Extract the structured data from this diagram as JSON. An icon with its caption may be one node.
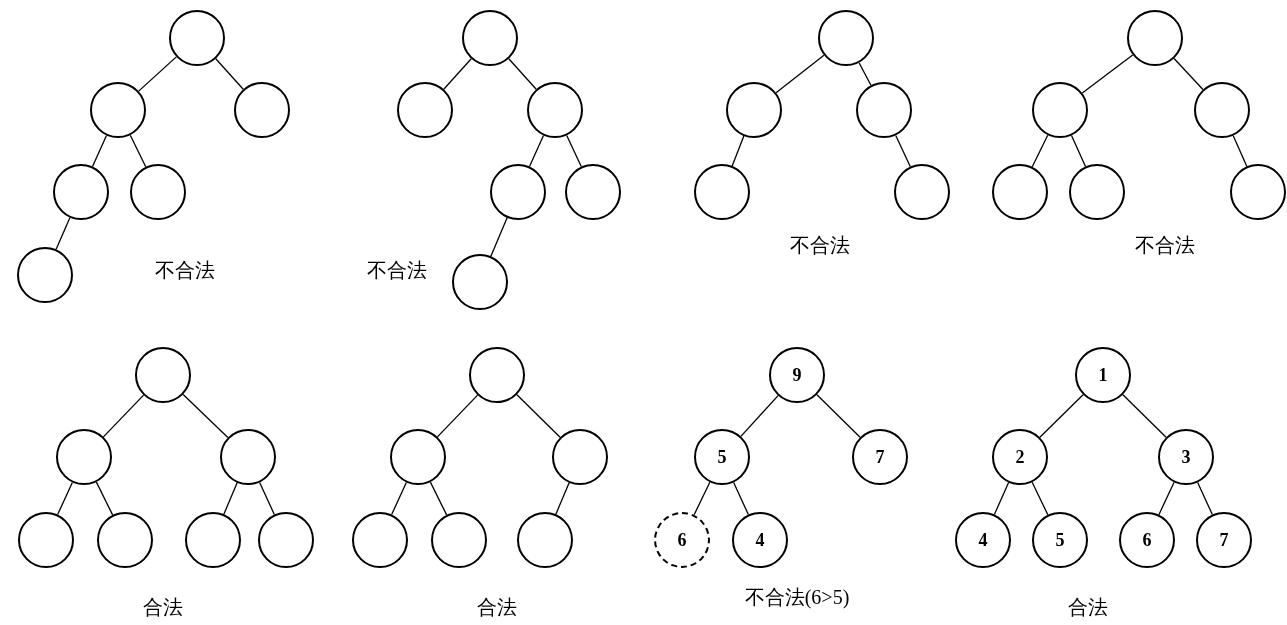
{
  "diagram": {
    "nodes": [
      {
        "text": [],
        "shape": "circle"
      },
      {
        "text": [],
        "shape": "circle"
      },
      {
        "text": [],
        "shape": "circle"
      },
      {
        "text": [],
        "shape": "circle"
      },
      {
        "text": [],
        "shape": "circle"
      },
      {
        "text": [],
        "shape": "circle"
      },
      {
        "text": [],
        "shape": "circle"
      },
      {
        "text": [],
        "shape": "circle"
      },
      {
        "text": [],
        "shape": "circle"
      },
      {
        "text": [],
        "shape": "circle"
      },
      {
        "text": [],
        "shape": "circle"
      },
      {
        "text": [],
        "shape": "circle"
      },
      {
        "text": [],
        "shape": "circle"
      },
      {
        "text": [],
        "shape": "circle"
      },
      {
        "text": [],
        "shape": "circle"
      },
      {
        "text": [],
        "shape": "circle"
      },
      {
        "text": [],
        "shape": "circle"
      },
      {
        "text": [],
        "shape": "circle"
      },
      {
        "text": [],
        "shape": "circle"
      },
      {
        "text": [],
        "shape": "circle"
      },
      {
        "text": [],
        "shape": "circle"
      },
      {
        "text": [],
        "shape": "circle"
      },
      {
        "text": [],
        "shape": "circle"
      },
      {
        "text": [],
        "shape": "circle"
      },
      {
        "text": [],
        "shape": "circle"
      },
      {
        "text": [],
        "shape": "circle"
      },
      {
        "text": [],
        "shape": "circle"
      },
      {
        "text": [],
        "shape": "circle"
      },
      {
        "text": [],
        "shape": "circle"
      },
      {
        "text": [],
        "shape": "circle"
      },
      {
        "text": [],
        "shape": "circle"
      },
      {
        "text": [],
        "shape": "circle"
      },
      {
        "text": [],
        "shape": "circle"
      },
      {
        "text": [],
        "shape": "circle"
      },
      {
        "text": [],
        "shape": "circle"
      },
      {
        "text": [],
        "shape": "circle"
      },
      {
        "text": [
          "9"
        ]
      },
      {
        "text": [
          "5"
        ]
      },
      {
        "text": [
          "7"
        ]
      },
      {
        "text": [
          "6"
        ]
      },
      {
        "text": [
          "4"
        ]
      },
      {
        "text": [
          "1"
        ]
      },
      {
        "text": [
          "2"
        ]
      },
      {
        "text": [
          "3"
        ]
      },
      {
        "text": [
          "4"
        ]
      },
      {
        "text": [
          "5"
        ]
      },
      {
        "text": [
          "6"
        ]
      },
      {
        "text": [
          "7"
        ]
      }
    ],
    "edges": [
      {
        "from": 0,
        "to": 1,
        "arrow": "none"
      },
      {
        "from": 0,
        "to": 2,
        "arrow": "none"
      },
      {
        "from": 1,
        "to": 3,
        "arrow": "none"
      },
      {
        "from": 1,
        "to": 4,
        "arrow": "none"
      },
      {
        "from": 3,
        "to": 5,
        "arrow": "none"
      },
      {
        "from": 6,
        "to": 7,
        "arrow": "none"
      },
      {
        "from": 6,
        "to": 8,
        "arrow": "none"
      },
      {
        "from": 8,
        "to": 9,
        "arrow": "none"
      },
      {
        "from": 8,
        "to": 10,
        "arrow": "none"
      },
      {
        "from": 9,
        "to": 11,
        "arrow": "none"
      },
      {
        "from": 12,
        "to": 13,
        "arrow": "none"
      },
      {
        "from": 12,
        "to": 14,
        "arrow": "none"
      },
      {
        "from": 13,
        "to": 15,
        "arrow": "none"
      },
      {
        "from": 14,
        "to": 16,
        "arrow": "none"
      },
      {
        "from": 17,
        "to": 18,
        "arrow": "none"
      },
      {
        "from": 17,
        "to": 19,
        "arrow": "none"
      },
      {
        "from": 18,
        "to": 20,
        "arrow": "none"
      },
      {
        "from": 18,
        "to": 21,
        "arrow": "none"
      },
      {
        "from": 19,
        "to": 22,
        "arrow": "none"
      },
      {
        "from": 23,
        "to": 24,
        "arrow": "none"
      },
      {
        "from": 23,
        "to": 25,
        "arrow": "none"
      },
      {
        "from": 24,
        "to": 26,
        "arrow": "none"
      },
      {
        "from": 24,
        "to": 27,
        "arrow": "none"
      },
      {
        "from": 25,
        "to": 28,
        "arrow": "none"
      },
      {
        "from": 25,
        "to": 29,
        "arrow": "none"
      },
      {
        "from": 30,
        "to": 31,
        "arrow": "none"
      },
      {
        "from": 30,
        "to": 32,
        "arrow": "none"
      },
      {
        "from": 31,
        "to": 33,
        "arrow": "none"
      },
      {
        "from": 31,
        "to": 34,
        "arrow": "none"
      },
      {
        "from": 32,
        "to": 35,
        "arrow": "none"
      },
      {
        "from": 36,
        "to": 37,
        "arrow": "none"
      },
      {
        "from": 36,
        "to": 38,
        "arrow": "none"
      },
      {
        "from": 37,
        "to": 39,
        "arrow": "none"
      },
      {
        "from": 37,
        "to": 40,
        "arrow": "none"
      },
      {
        "from": 41,
        "to": 42,
        "arrow": "none"
      },
      {
        "from": 41,
        "to": 43,
        "arrow": "none"
      },
      {
        "from": 42,
        "to": 44,
        "arrow": "none"
      },
      {
        "from": 42,
        "to": 45,
        "arrow": "none"
      },
      {
        "from": 43,
        "to": 46,
        "arrow": "none"
      },
      {
        "from": 43,
        "to": 47,
        "arrow": "none"
      }
    ],
    "labels": [
      "不合法",
      "不合法",
      "不合法",
      "不合法",
      "合法",
      "合法",
      "不合法(6>5)",
      "合法"
    ]
  }
}
